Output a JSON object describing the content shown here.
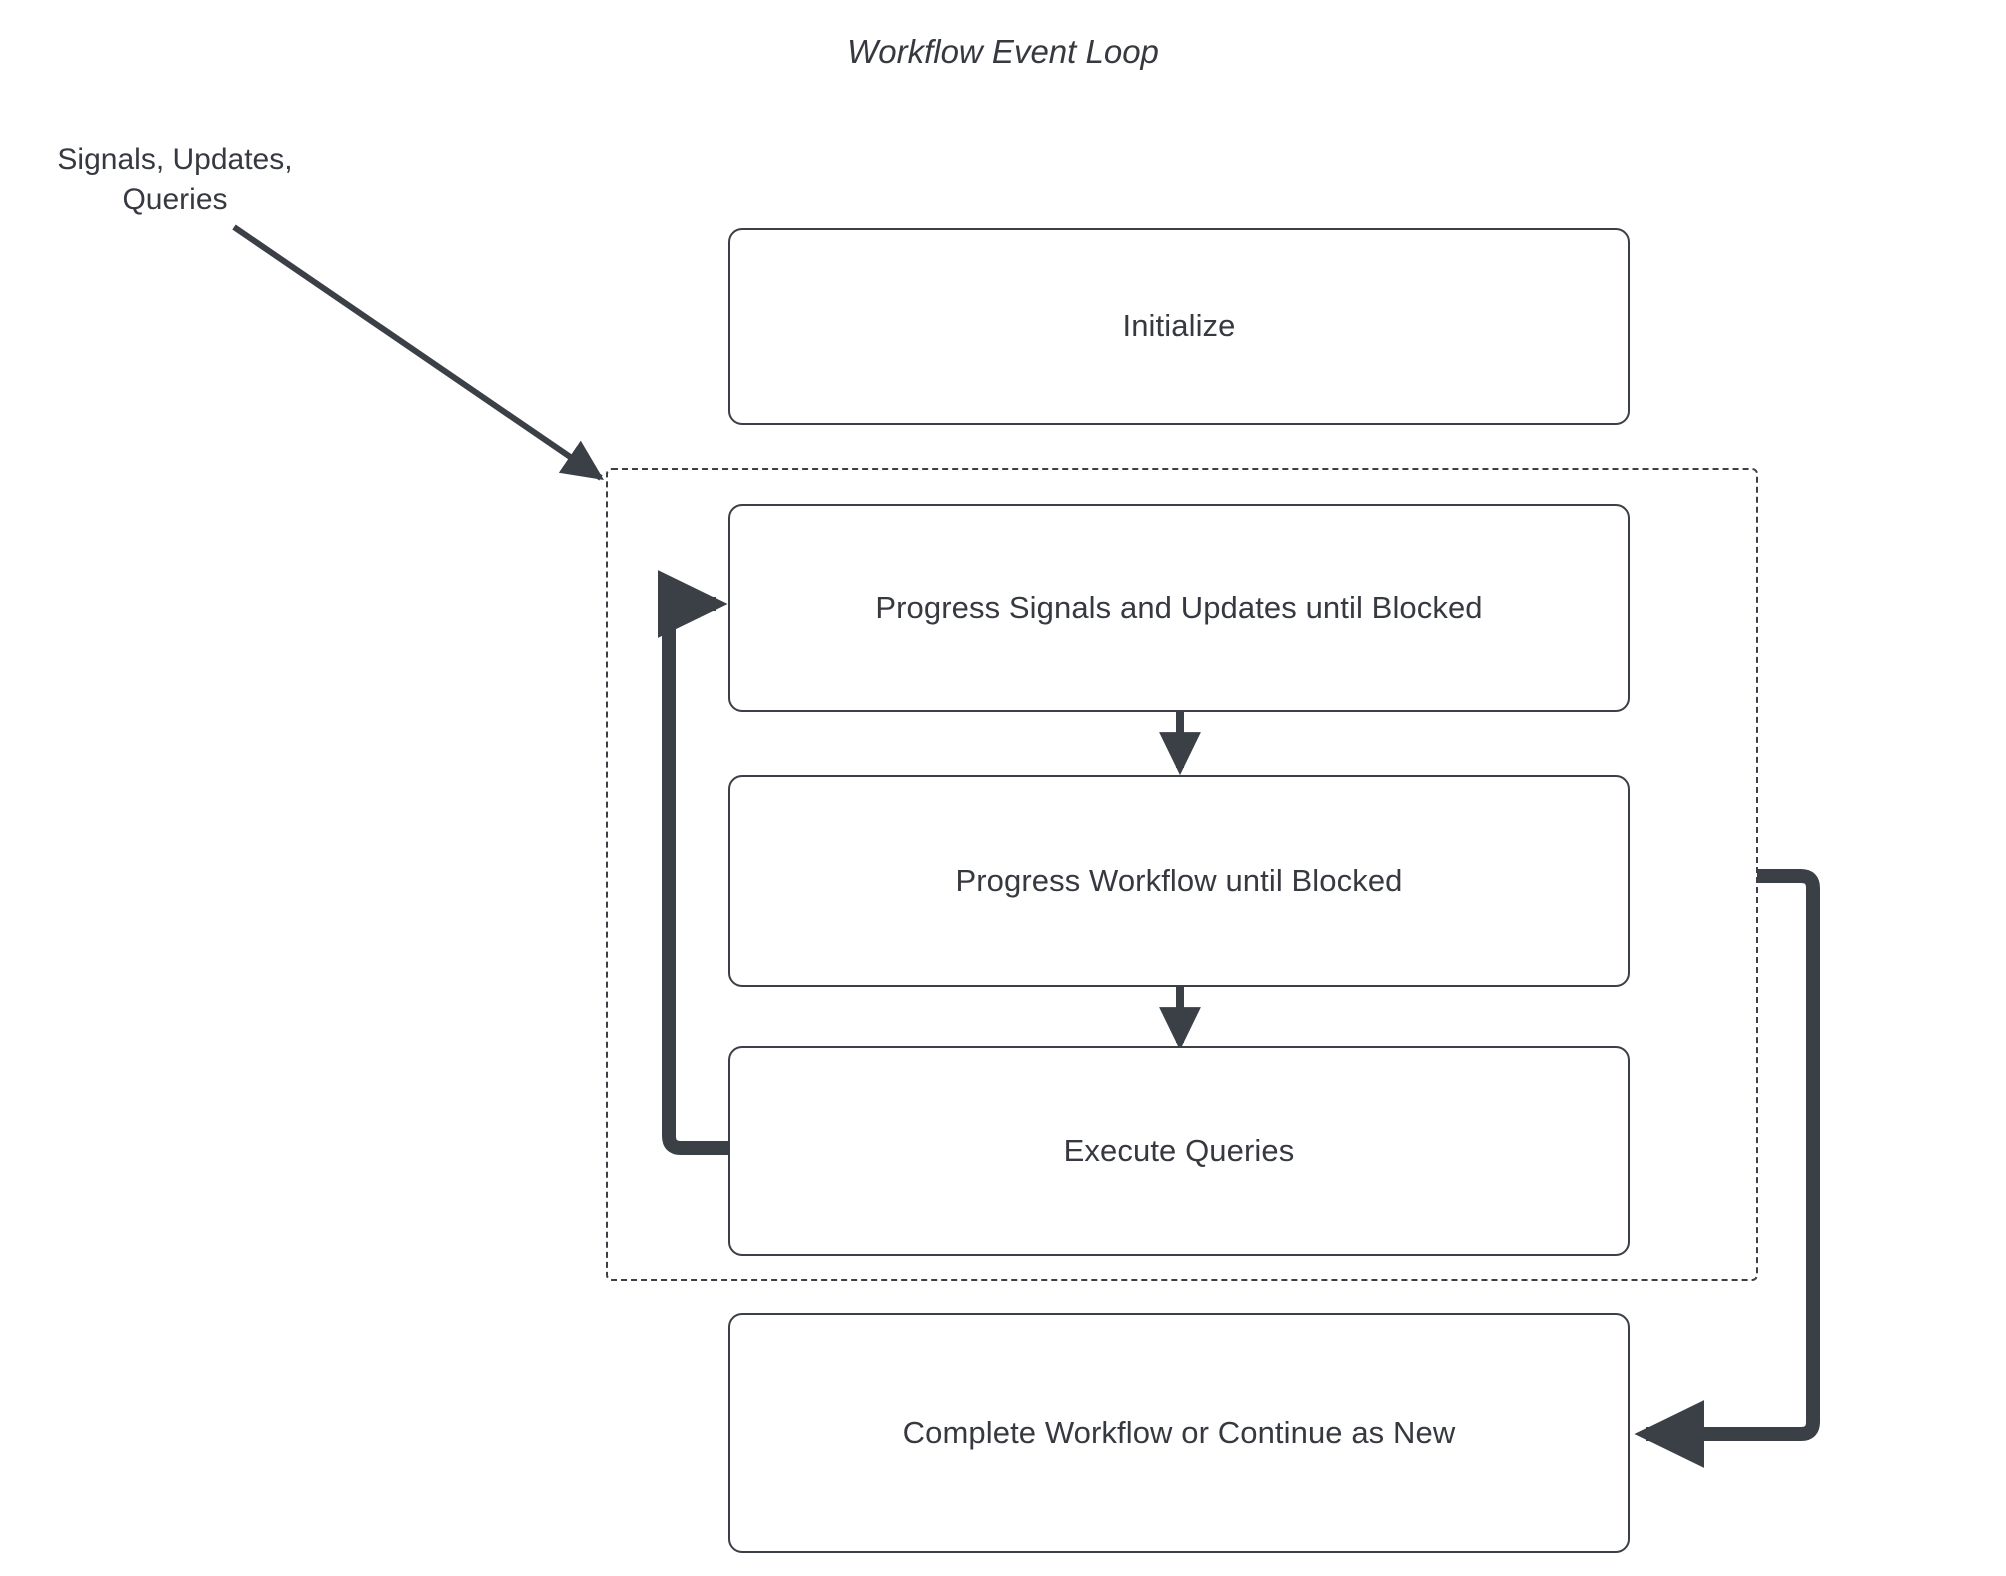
{
  "diagram": {
    "title": "Workflow Event Loop",
    "type": "flowchart",
    "external_input": {
      "label_line1": "Signals, Updates,",
      "label_line2": "Queries",
      "label": "Signals, Updates, Queries"
    },
    "colors": {
      "stroke": "#3b3f46",
      "text": "#36393f",
      "background": "#ffffff",
      "arrow": "#3b3f46"
    },
    "nodes": [
      {
        "id": "initialize",
        "label": "Initialize"
      },
      {
        "id": "progress-signals",
        "label": "Progress Signals and Updates until Blocked"
      },
      {
        "id": "progress-workflow",
        "label": "Progress Workflow until Blocked"
      },
      {
        "id": "execute-queries",
        "label": "Execute Queries"
      },
      {
        "id": "complete-workflow",
        "label": "Complete Workflow or Continue as New"
      }
    ],
    "group": {
      "id": "event-loop-group",
      "style": "dashed",
      "label": ""
    },
    "edges": [
      {
        "from": "external-input",
        "to": "event-loop-group",
        "style": "solid-arrow"
      },
      {
        "from": "progress-signals",
        "to": "progress-workflow",
        "style": "solid-arrow"
      },
      {
        "from": "progress-workflow",
        "to": "execute-queries",
        "style": "solid-arrow"
      },
      {
        "from": "execute-queries",
        "to": "progress-signals",
        "style": "thick-loop-back"
      },
      {
        "from": "event-loop-group",
        "to": "complete-workflow",
        "style": "thick-loop-right"
      }
    ]
  }
}
